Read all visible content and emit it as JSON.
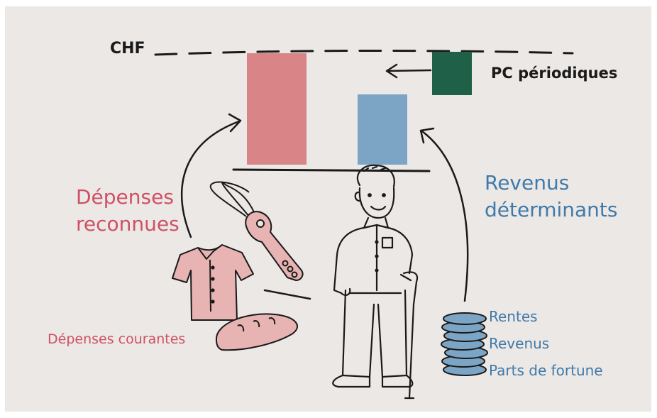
{
  "diagram": {
    "axis_label": "CHF",
    "pc_label": "PC périodiques",
    "expenses_title": [
      "Dépenses",
      "reconnues"
    ],
    "income_title": [
      "Revenus",
      "déterminants"
    ],
    "expenses_source": "Dépenses courantes",
    "income_sources": [
      "Rentes",
      "Revenus",
      "Parts de fortune"
    ]
  },
  "colors": {
    "background": "#ebe8e5",
    "expenses_bar": "#d98486",
    "income_bar": "#7ba4c5",
    "pc_block": "#1f6049",
    "expenses_text": "#cf5064",
    "income_text": "#3f7aab",
    "ink": "#1a1a1a",
    "object_fill": "#e8b3b3"
  },
  "icons": [
    "shirt-icon",
    "bread-icon",
    "key-icon",
    "elderly-person-icon",
    "coin-stack-icon"
  ]
}
